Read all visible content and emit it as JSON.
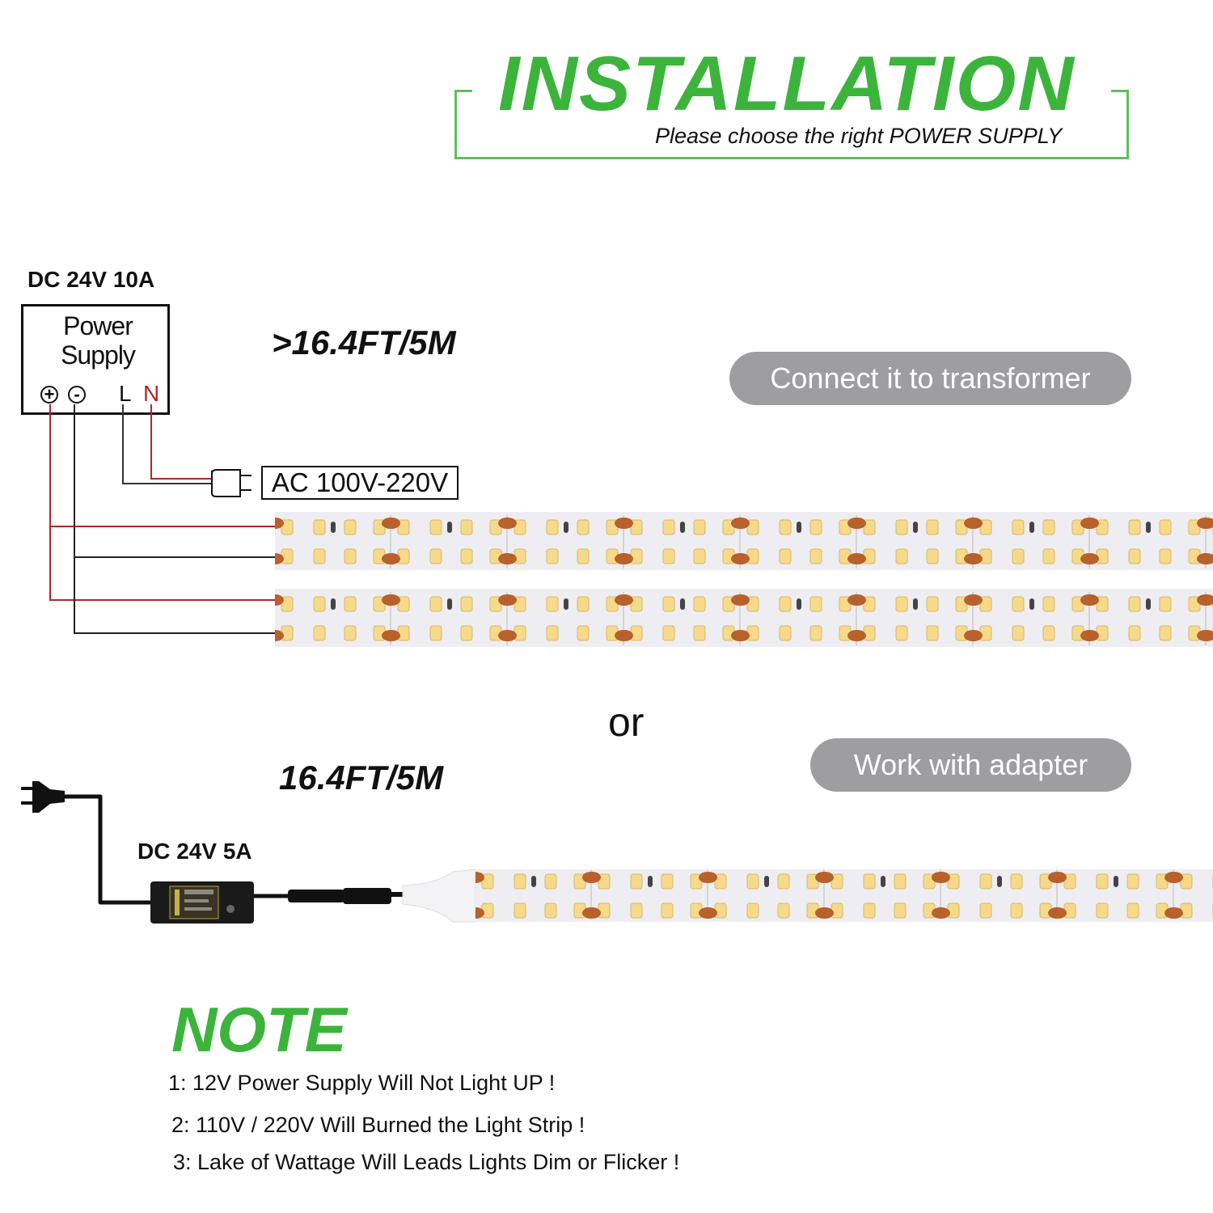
{
  "header": {
    "title": "INSTALLATION",
    "subtitle": "Please choose the right POWER SUPPLY"
  },
  "option_transformer": {
    "spec": "DC 24V 10A",
    "power_supply_label_line1": "Power",
    "power_supply_label_line2": "Supply",
    "terminals": {
      "positive": "+",
      "negative": "-",
      "live": "L",
      "neutral": "N"
    },
    "length": ">16.4FT/5M",
    "pill_label": "Connect it to transformer",
    "ac_label": "AC 100V-220V",
    "strip_count": 2
  },
  "separator": "or",
  "option_adapter": {
    "length": "16.4FT/5M",
    "pill_label": "Work with adapter",
    "spec": "DC 24V 5A",
    "strip_count": 1
  },
  "note": {
    "title": "NOTE",
    "items": [
      "1: 12V Power Supply Will Not Light UP !",
      "2: 110V / 220V  Will Burned the Light Strip !",
      "3: Lake of Wattage Will Leads Lights Dim or Flicker !"
    ]
  },
  "colors": {
    "accent_green": "#3cb43c",
    "pill_gray": "#9e9d9f",
    "wire_red": "#b3262b",
    "wire_black": "#111111",
    "led_yellow": "#f7d98a",
    "solder_pad": "#b8612a",
    "strip_bg": "#eeedf2"
  }
}
